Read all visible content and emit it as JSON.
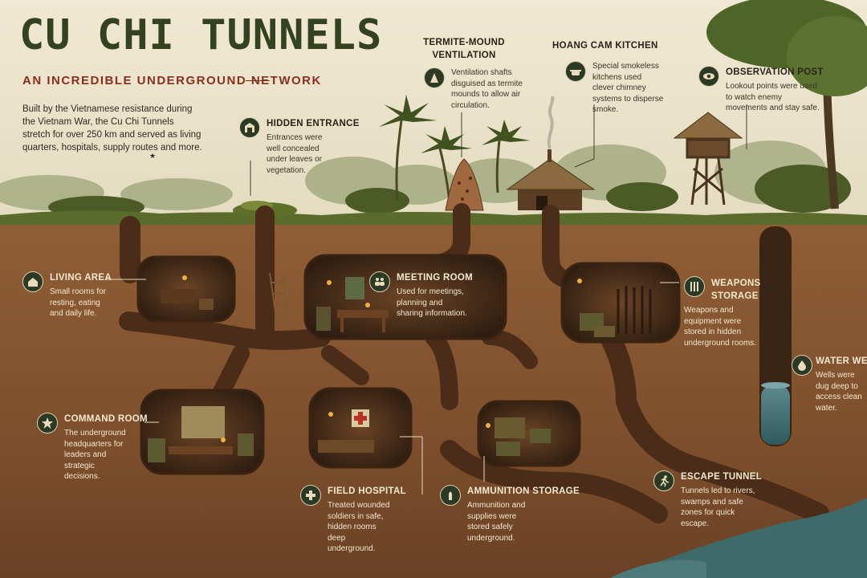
{
  "header": {
    "title": "CU CHI TUNNELS",
    "subtitle": "AN INCREDIBLE UNDERGROUND NETWORK",
    "intro": "Built by the Vietnamese resistance during the Vietnam War, the Cu Chi Tunnels stretch for over 250 km and served as living quarters, hospitals, supply routes and more."
  },
  "surface": {
    "hidden_entrance": {
      "title": "HIDDEN ENTRANCE",
      "desc": "Entrances were well concealed under leaves or vegetation.",
      "icon": "gate-icon"
    },
    "termite": {
      "title_line1": "TERMITE-MOUND",
      "title_line2": "VENTILATION",
      "desc": "Ventilation shafts disguised as termite mounds to allow air circulation.",
      "icon": "mound-icon"
    },
    "kitchen": {
      "title": "HOANG CAM KITCHEN",
      "desc": "Special smokeless kitchens used clever chimney systems to disperse smoke.",
      "icon": "pot-icon"
    },
    "observation": {
      "title": "OBSERVATION POST",
      "desc": "Lookout points were used to watch enemy movements and stay safe.",
      "icon": "eye-icon"
    }
  },
  "underground": {
    "living": {
      "title": "LIVING AREA",
      "desc": "Small rooms for resting, eating and daily life.",
      "icon": "home-icon"
    },
    "meeting": {
      "title": "MEETING ROOM",
      "desc": "Used for meetings, planning and sharing information.",
      "icon": "people-icon"
    },
    "weapons": {
      "title_line1": "WEAPONS",
      "title_line2": "STORAGE",
      "desc": "Weapons and equipment were stored in hidden underground rooms.",
      "icon": "rifles-icon"
    },
    "water": {
      "title": "WATER WELL",
      "desc": "Wells were dug deep to access clean water.",
      "icon": "drop-icon"
    },
    "command": {
      "title": "COMMAND ROOM",
      "desc": "The underground headquarters for leaders and strategic decisions.",
      "icon": "star-icon"
    },
    "hospital": {
      "title": "FIELD HOSPITAL",
      "desc": "Treated wounded soldiers in safe, hidden rooms deep underground.",
      "icon": "cross-icon"
    },
    "ammo": {
      "title": "AMMUNITION STORAGE",
      "desc": "Ammunition and supplies were stored safely underground.",
      "icon": "bullet-icon"
    },
    "escape": {
      "title": "ESCAPE TUNNEL",
      "desc": "Tunnels led to rivers, swamps and safe zones for quick escape.",
      "icon": "running-icon"
    }
  },
  "colors": {
    "title": "#33431f",
    "subtitle": "#8a2e1e",
    "soil": "#8a5a33",
    "tunnel": "#4a2c18",
    "room": "#3a2515",
    "icon_bg": "#2c3a25",
    "sky": "#efe6cf",
    "grass": "#5a6b2c"
  }
}
